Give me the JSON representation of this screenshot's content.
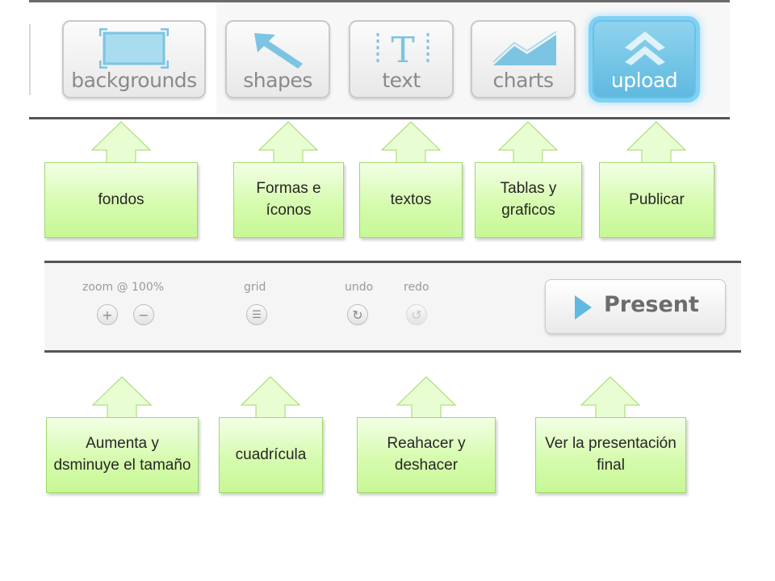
{
  "top_toolbar": {
    "buttons": [
      {
        "label": "backgrounds",
        "icon": "backgrounds-icon"
      },
      {
        "label": "shapes",
        "icon": "shapes-arrow-icon"
      },
      {
        "label": "text",
        "icon": "text-icon"
      },
      {
        "label": "charts",
        "icon": "chart-icon"
      },
      {
        "label": "upload",
        "icon": "upload-icon",
        "state": "highlighted"
      }
    ]
  },
  "top_callouts": [
    "fondos",
    "Formas e íconos",
    "textos",
    "Tablas y graficos",
    "Publicar"
  ],
  "bottom_toolbar": {
    "zoom_label": "zoom @ 100%",
    "zoom_in_symbol": "+",
    "zoom_out_symbol": "−",
    "grid_label": "grid",
    "grid_symbol": "☰",
    "undo_label": "undo",
    "undo_symbol": "↻",
    "redo_label": "redo",
    "redo_symbol": "↺",
    "present_label": "Present"
  },
  "bottom_callouts": [
    "Aumenta  y dsminuye el tamaño",
    "cuadrícula",
    "Reahacer y deshacer",
    "Ver la presentación final"
  ],
  "colors": {
    "callout_fill": "#d6fbae",
    "callout_border": "#9fd96a",
    "upload_highlight": "#7fd0f5",
    "icon_blue": "#7cc4e2"
  }
}
